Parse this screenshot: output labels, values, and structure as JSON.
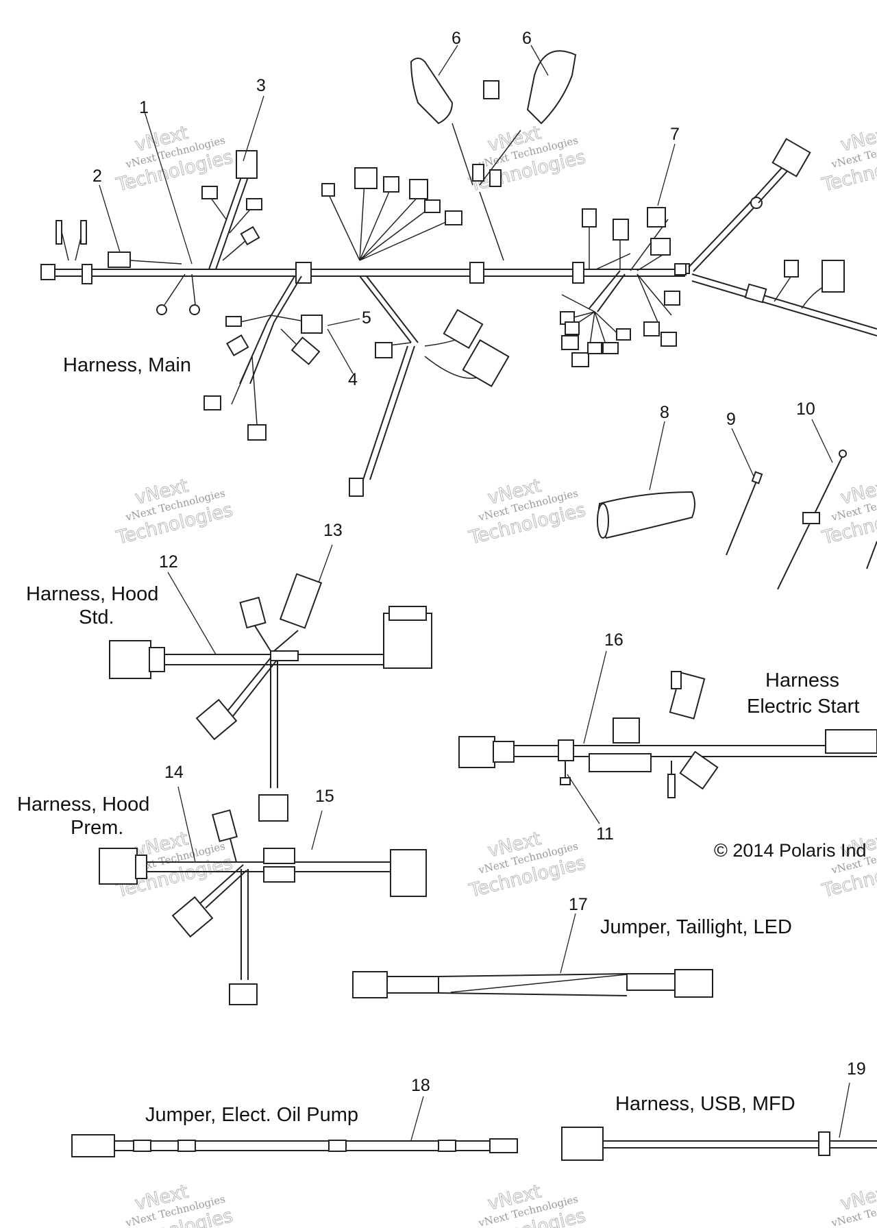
{
  "titles": {
    "harness_main": "Harness, Main",
    "harness_hood_std_line1": "Harness, Hood",
    "harness_hood_std_line2": "Std.",
    "harness_hood_prem_line1": "Harness, Hood",
    "harness_hood_prem_line2": "Prem.",
    "harness_electric_start_line1": "Harness",
    "harness_electric_start_line2": "Electric Start",
    "jumper_taillight": "Jumper, Taillight, LED",
    "jumper_oil_pump": "Jumper, Elect. Oil Pump",
    "harness_usb": "Harness, USB, MFD"
  },
  "callouts": {
    "n1": "1",
    "n2": "2",
    "n3": "3",
    "n4": "4",
    "n5": "5",
    "n6a": "6",
    "n6b": "6",
    "n7": "7",
    "n8": "8",
    "n9": "9",
    "n10": "10",
    "n11": "11",
    "n12": "12",
    "n13": "13",
    "n14": "14",
    "n15": "15",
    "n16": "16",
    "n17": "17",
    "n18": "18",
    "n19": "19"
  },
  "copyright": "© 2014 Polaris Ind",
  "watermark": {
    "line1": "vNext Technologies",
    "line2": "Technologies",
    "line3": "vNext"
  }
}
